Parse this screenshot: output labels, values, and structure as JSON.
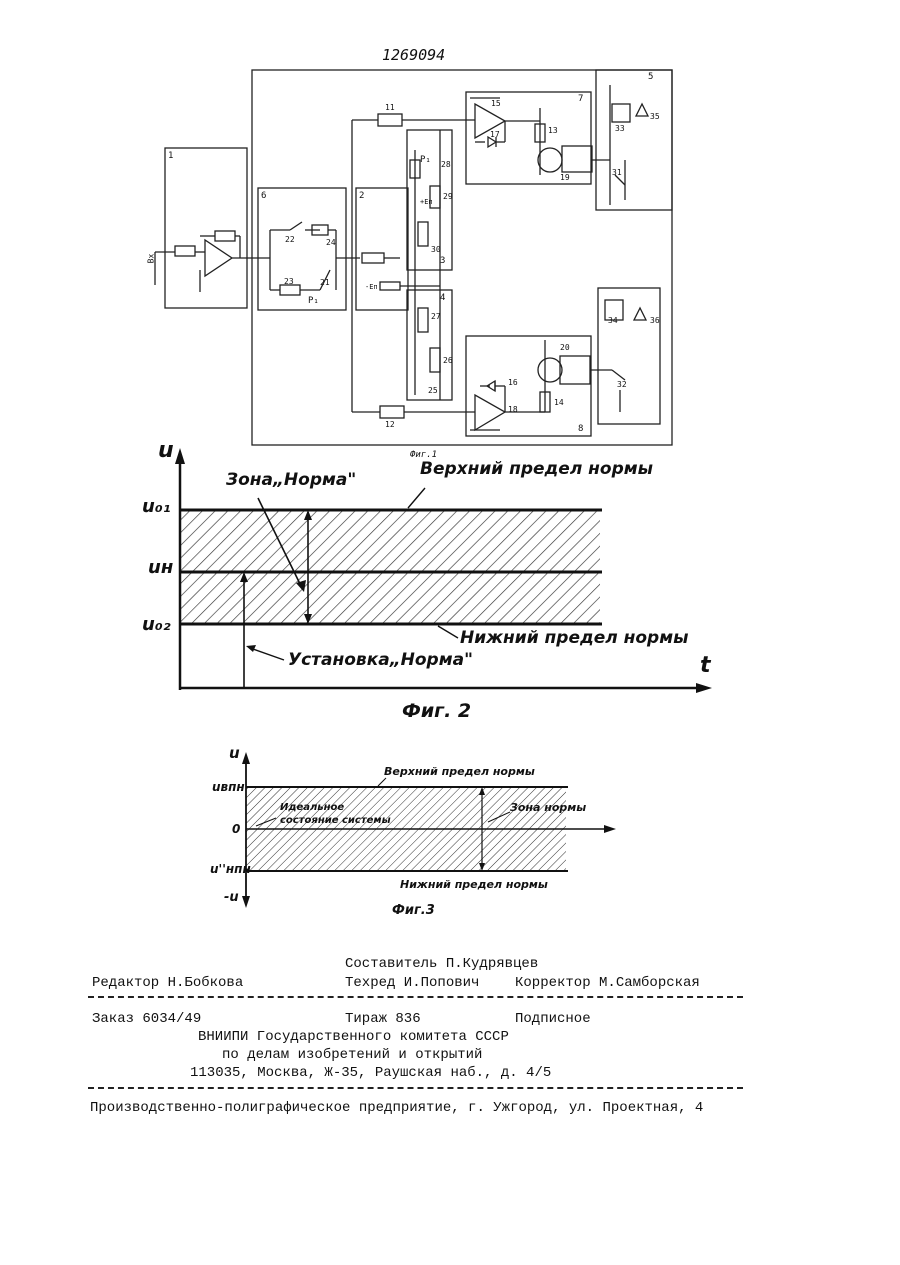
{
  "patent_number": "1269094",
  "fig1": {
    "caption": "Фиг.1",
    "block_numbers": [
      "1",
      "2",
      "3",
      "4",
      "5",
      "6",
      "7",
      "8"
    ],
    "component_labels": [
      "11",
      "12",
      "13",
      "14",
      "15",
      "16",
      "17",
      "18",
      "19",
      "20",
      "21",
      "22",
      "23",
      "24",
      "25",
      "26",
      "27",
      "28",
      "29",
      "30",
      "31",
      "32",
      "33",
      "34",
      "35",
      "36"
    ],
    "input_label": "Вх",
    "relay_label": "P₁",
    "supply_plus": "+Eп",
    "supply_minus": "-Eп"
  },
  "fig2": {
    "caption": "Фиг. 2",
    "y_axis_label": "u",
    "x_axis_label": "t",
    "tick_labels": [
      "u₀₁",
      "uн",
      "u₀₂"
    ],
    "zone_label": "Зона„Норма\"",
    "upper_label": "Верхний предел нормы",
    "lower_label": "Нижний предел нормы",
    "setting_label": "Установка„Норма\""
  },
  "fig3": {
    "caption": "Фиг.3",
    "y_axis_label": "u",
    "y_axis_neg_label": "-u",
    "tick_labels": [
      "uвпн",
      "0",
      "u''нпн"
    ],
    "upper_label": "Верхний предел нормы",
    "lower_label": "Нижний предел нормы",
    "ideal_label": "Идеальное состояние системы",
    "zone_label": "Зона нормы"
  },
  "credits": {
    "compiler": "Составитель П.Кудрявцев",
    "editor": "Редактор Н.Бобкова",
    "techred": "Техред И.Попович",
    "corrector": "Корректор М.Самборская"
  },
  "order": {
    "order_no": "Заказ 6034/49",
    "circulation": "Тираж 836",
    "subscription": "Подписное",
    "org_line1": "ВНИИПИ Государственного комитета СССР",
    "org_line2": "по делам изобретений и открытий",
    "address": "113035, Москва, Ж-35, Раушская наб., д. 4/5"
  },
  "printer": "Производственно-полиграфическое предприятие, г. Ужгород, ул. Проектная, 4"
}
